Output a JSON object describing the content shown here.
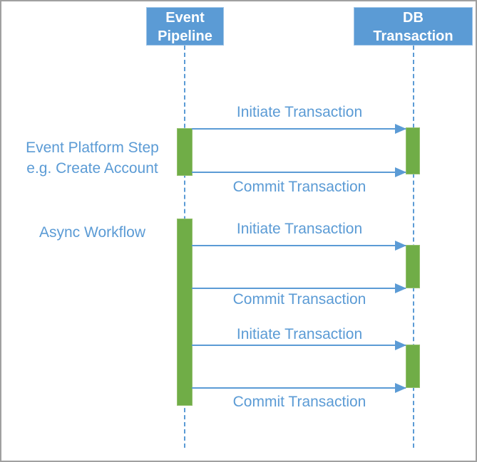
{
  "participants": [
    {
      "name": "Event Pipeline",
      "line1": "Event",
      "line2": "Pipeline"
    },
    {
      "name": "DB Transaction",
      "line1": "DB",
      "line2": "Transaction"
    }
  ],
  "annotations": {
    "step": {
      "line1": "Event Platform Step",
      "line2": "e.g. Create Account"
    },
    "async": {
      "label": "Async Workflow"
    }
  },
  "messages": [
    {
      "label": "Initiate Transaction",
      "from": "Event Pipeline",
      "to": "DB Transaction"
    },
    {
      "label": "Commit Transaction",
      "from": "Event Pipeline",
      "to": "DB Transaction"
    },
    {
      "label": "Initiate Transaction",
      "from": "Event Pipeline",
      "to": "DB Transaction"
    },
    {
      "label": "Commit Transaction",
      "from": "Event Pipeline",
      "to": "DB Transaction"
    },
    {
      "label": "Initiate Transaction",
      "from": "Event Pipeline",
      "to": "DB Transaction"
    },
    {
      "label": "Commit Transaction",
      "from": "Event Pipeline",
      "to": "DB Transaction"
    }
  ],
  "colors": {
    "accent_blue": "#5B9BD5",
    "activation_green": "#70AD47",
    "background": "#FFFFFF",
    "frame_border": "#A0A0A0",
    "participant_text": "#FFFFFF"
  }
}
